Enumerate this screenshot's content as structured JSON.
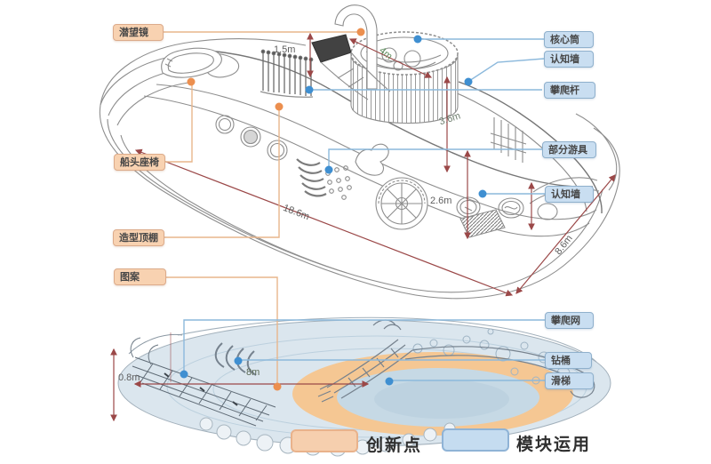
{
  "labels": {
    "innovation": [
      "潜望镜",
      "船头座椅",
      "造型顶棚",
      "图案"
    ],
    "module": [
      "核心筒",
      "认知墙",
      "攀爬杆",
      "部分游具",
      "认知墙",
      "攀爬网",
      "钻桶",
      "滑梯"
    ]
  },
  "dimensions": {
    "d1": "1.5m",
    "d2": "4m",
    "d3": "3.6m",
    "d4": "2.6m",
    "d5": "18.6m",
    "d6": "8.6m",
    "d7": "8m",
    "d8": "0.8m"
  },
  "legend": {
    "innovation": "创新点",
    "module": "模块运用"
  },
  "colors": {
    "innovation_fill": "#f8d2b1",
    "innovation_border": "#dcab8b",
    "module_fill": "#c9def1",
    "module_border": "#8fb0cc",
    "orange_connector": "#e8b68c",
    "blue_connector": "#8cb9dc",
    "orange_dot": "#ec8f4f",
    "blue_dot": "#3f8fd1",
    "dimension_line": "#9b4848",
    "dimension_text": "#5e5e5e",
    "dimension_text_green": "#5e8d5e",
    "line_art": "#8e8e8e",
    "pool_water": "#dbe6ee",
    "pool_ring": "#f5c793"
  }
}
